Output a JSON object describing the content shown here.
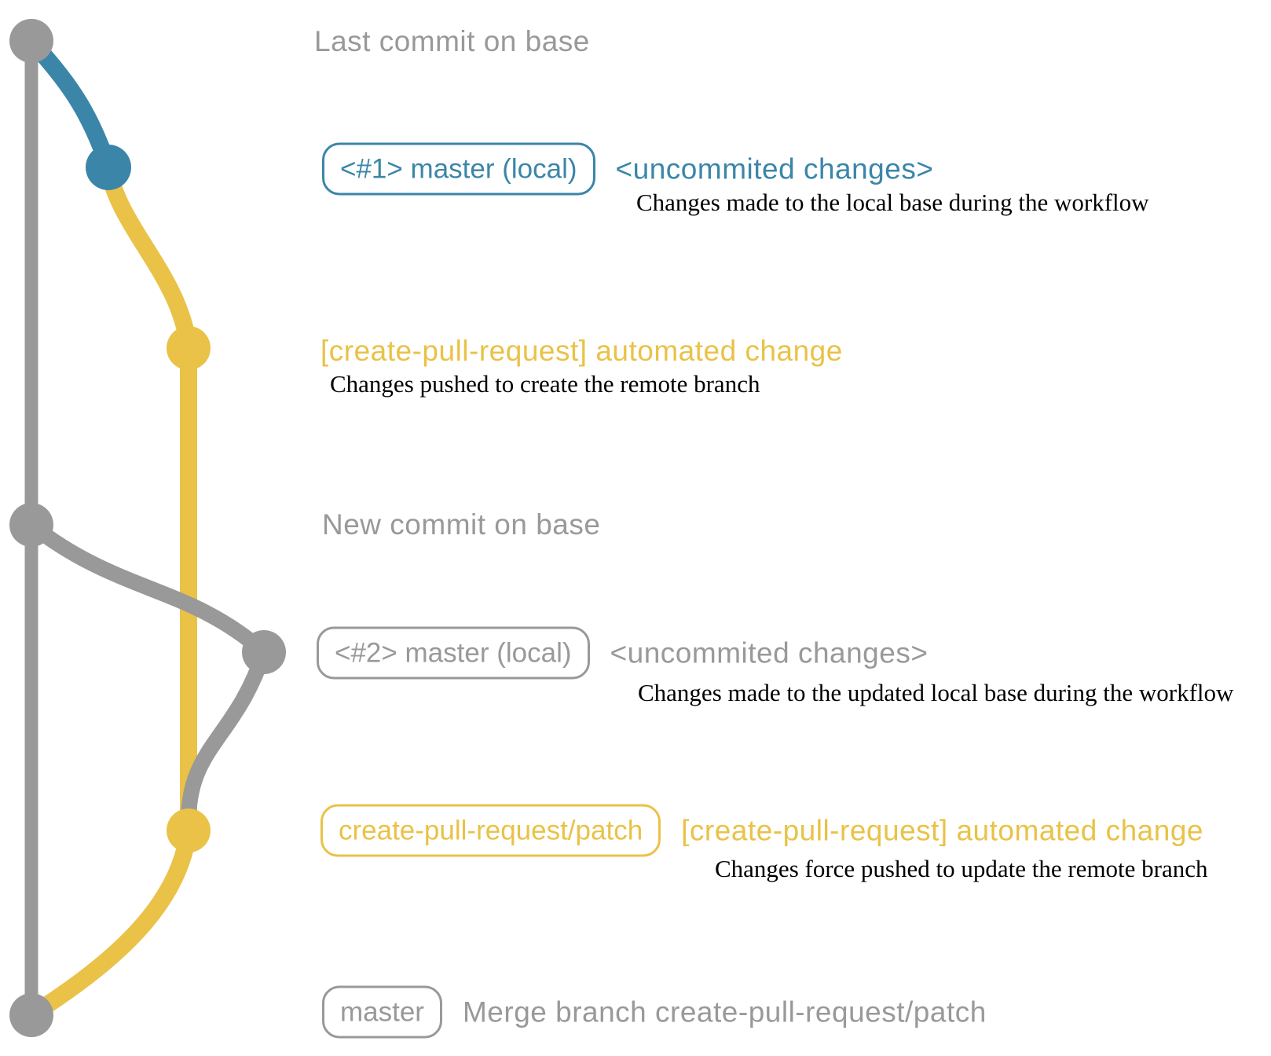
{
  "colors": {
    "gray": "#999999",
    "blue": "#3b86a8",
    "yellow": "#e9c247",
    "ink": "#000000",
    "bg": "#ffffff"
  },
  "graph": {
    "branches": [
      "base",
      "local-master",
      "create-pull-request-patch"
    ],
    "commit_dots": [
      "last-commit-on-base",
      "uncommitted-1",
      "patch-commit-1",
      "new-commit-on-base",
      "uncommitted-2",
      "patch-commit-2",
      "merge-commit"
    ]
  },
  "annotations": {
    "last_commit": {
      "label": "Last commit on base"
    },
    "commit1": {
      "badge": "<#1> master (local)",
      "note": "<uncommited changes>",
      "description": "Changes made to the local base during the workflow"
    },
    "push1": {
      "note": "[create-pull-request] automated change",
      "description": "Changes pushed to create the remote branch"
    },
    "new_commit": {
      "label": "New commit on base"
    },
    "commit2": {
      "badge": "<#2> master (local)",
      "note": "<uncommited changes>",
      "description": "Changes made to the updated local base during the workflow"
    },
    "push2": {
      "badge": "create-pull-request/patch",
      "note": "[create-pull-request] automated change",
      "description": "Changes force pushed to update the remote branch"
    },
    "merge": {
      "badge": "master",
      "note": "Merge branch create-pull-request/patch"
    }
  }
}
